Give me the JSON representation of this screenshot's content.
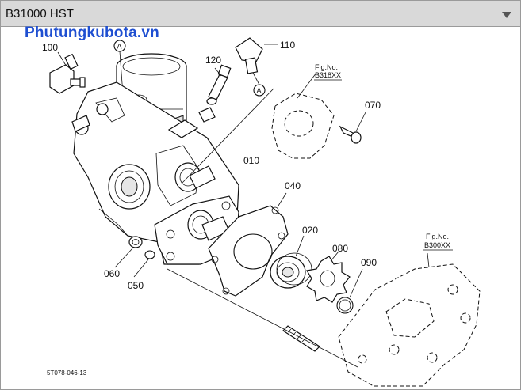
{
  "header": {
    "title": "B31000 HST"
  },
  "watermark": "Phutungkubota.vn",
  "diagram": {
    "drawing_code": "5T078-046-13",
    "callout_marker": "A",
    "parts": [
      {
        "id": "100"
      },
      {
        "id": "110"
      },
      {
        "id": "120"
      },
      {
        "id": "070"
      },
      {
        "id": "010"
      },
      {
        "id": "040"
      },
      {
        "id": "020"
      },
      {
        "id": "080"
      },
      {
        "id": "090"
      },
      {
        "id": "060"
      },
      {
        "id": "050"
      }
    ],
    "fig_refs": [
      {
        "line1": "Fig.No.",
        "line2": "B318XX"
      },
      {
        "line1": "Fig.No.",
        "line2": "B300XX"
      }
    ]
  }
}
